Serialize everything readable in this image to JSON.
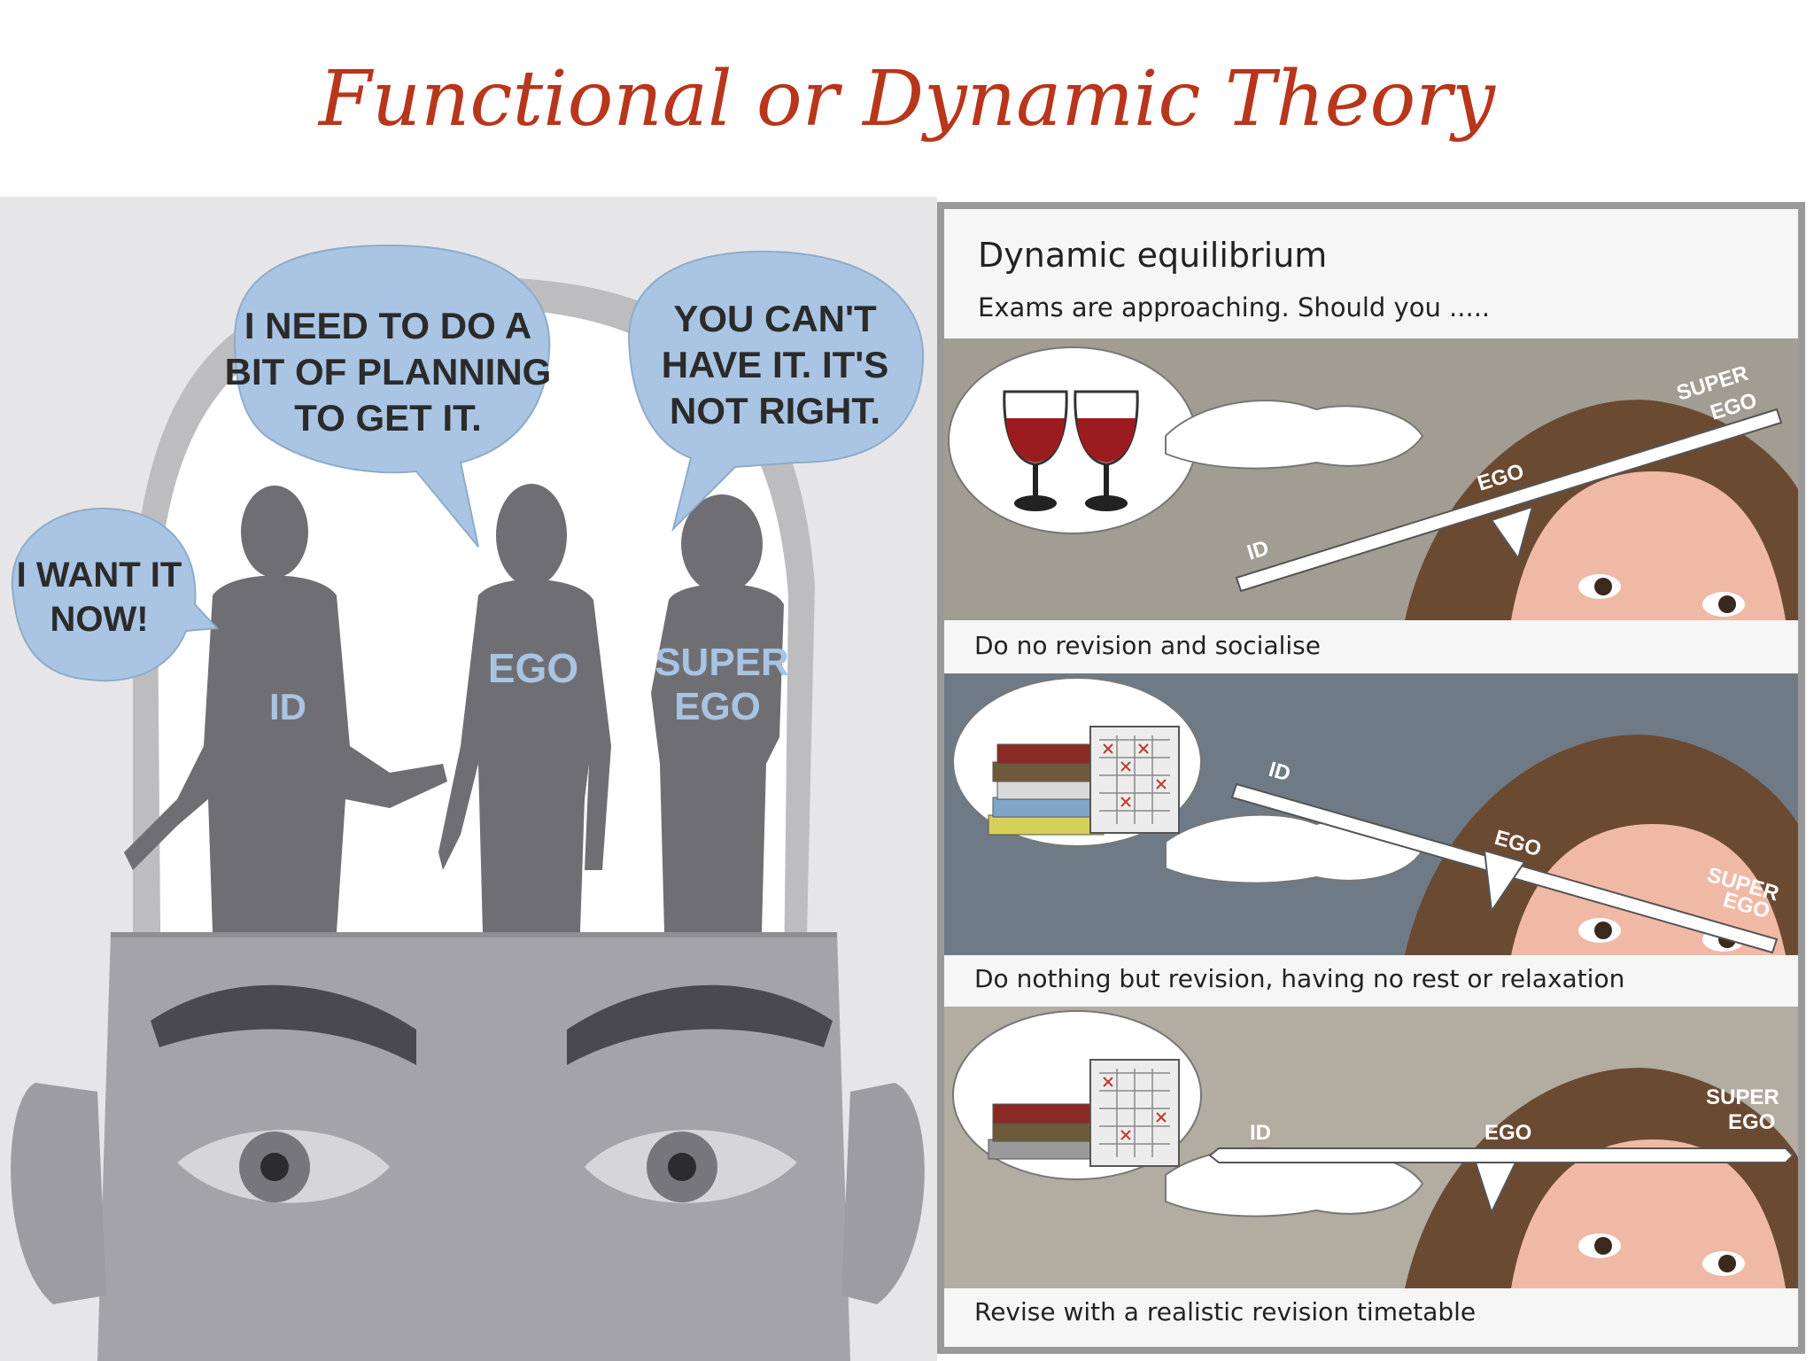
{
  "title": "Functional or Dynamic Theory",
  "left_cartoon": {
    "bubble_id": [
      "I WANT IT",
      "NOW!"
    ],
    "bubble_ego": [
      "I NEED TO DO A",
      "BIT OF PLANNING",
      "TO GET IT."
    ],
    "bubble_superego": [
      "YOU CAN'T",
      "HAVE IT. IT'S",
      "NOT RIGHT."
    ],
    "figure_id_label": "ID",
    "figure_ego_label": "EGO",
    "figure_superego_label": [
      "SUPER",
      "EGO"
    ]
  },
  "panel": {
    "title": "Dynamic equilibrium",
    "subtitle": "Exams are approaching. Should you .....",
    "scenes": [
      {
        "caption": "Do no revision and socialise",
        "id": "ID",
        "ego": "EGO",
        "superego": [
          "SUPER",
          "EGO"
        ]
      },
      {
        "caption": "Do nothing but revision, having no rest or relaxation",
        "id": "ID",
        "ego": "EGO",
        "superego": [
          "SUPER",
          "EGO"
        ]
      },
      {
        "caption": "Revise with a realistic revision timetable",
        "id": "ID",
        "ego": "EGO",
        "superego": [
          "SUPER",
          "EGO"
        ]
      }
    ]
  },
  "colors": {
    "title": "#b8361b",
    "bubble": "#aac5e3",
    "figure": "#6f6f73",
    "scene1_bg": "#a29d92",
    "scene2_bg": "#6e7b86",
    "scene3_bg": "#b2aca1"
  }
}
